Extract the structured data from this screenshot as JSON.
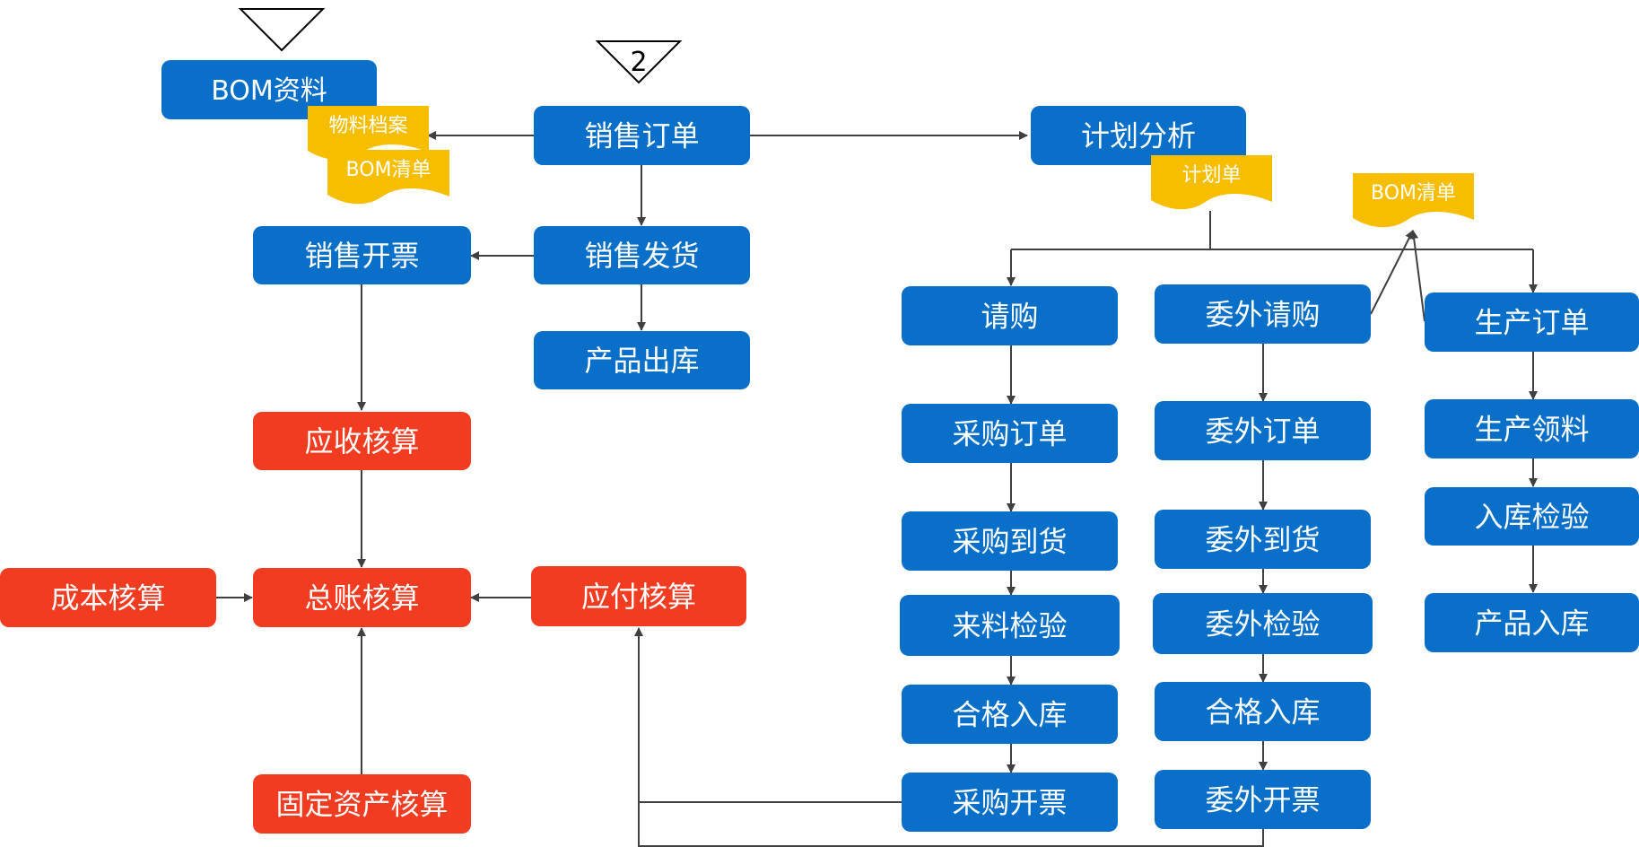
{
  "colors": {
    "blue": "#0A6FC8",
    "red": "#F23C22",
    "yellow": "#F7BE00",
    "line": "#404040"
  },
  "markers": {
    "tri_left": "",
    "tri_mid": "2"
  },
  "nodes": {
    "bom_data": "BOM资料",
    "sales_order": "销售订单",
    "plan_analysis": "计划分析",
    "sales_invoice": "销售开票",
    "sales_delivery": "销售发货",
    "product_outbound": "产品出库",
    "ar_accounting": "应收核算",
    "cost_accounting": "成本核算",
    "gl_accounting": "总账核算",
    "ap_accounting": "应付核算",
    "fixed_asset_accounting": "固定资产核算",
    "purchase_request": "请购",
    "purchase_order": "采购订单",
    "purchase_arrival": "采购到货",
    "incoming_inspection": "来料检验",
    "purchase_qualified_storage": "合格入库",
    "purchase_invoice": "采购开票",
    "outsource_request": "委外请购",
    "outsource_order": "委外订单",
    "outsource_arrival": "委外到货",
    "outsource_inspection": "委外检验",
    "outsource_qualified_storage": "合格入库",
    "outsource_invoice": "委外开票",
    "production_order": "生产订单",
    "production_picking": "生产领料",
    "storage_inspection": "入库检验",
    "product_storage": "产品入库"
  },
  "documents": {
    "material_archive": "物料档案",
    "bom_list_left": "BOM清单",
    "plan_sheet": "计划单",
    "bom_list_right": "BOM清单"
  }
}
